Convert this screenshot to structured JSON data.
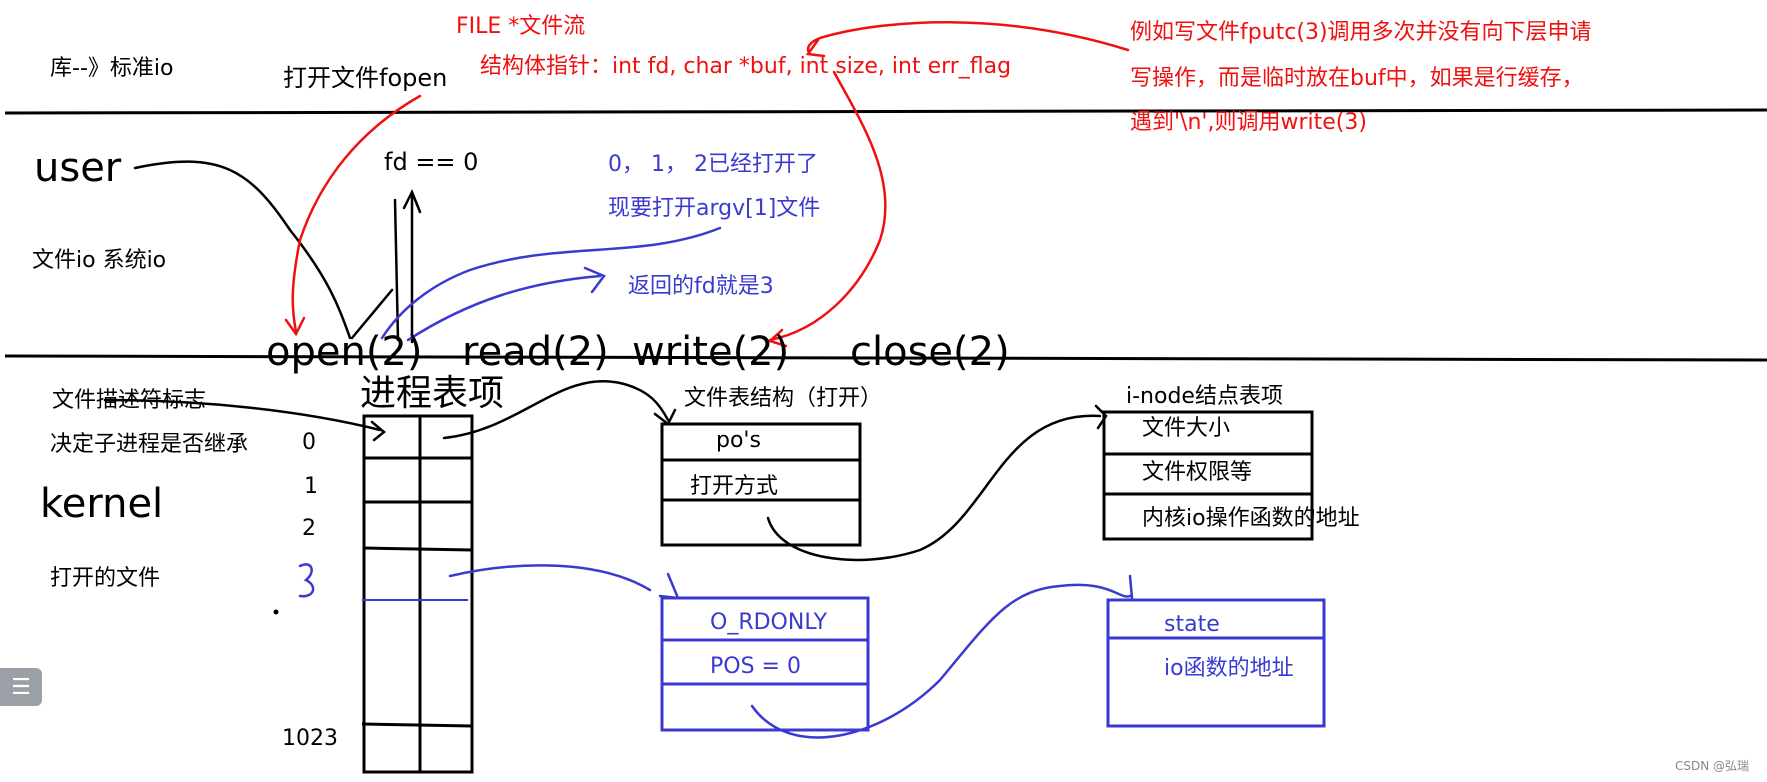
{
  "header": {
    "lib_label": "库--》标准io",
    "fopen_label": "打开文件fopen",
    "file_stream": "FILE *文件流",
    "struct_ptr": "结构体指针：int fd, char *buf, int size, int err_flag",
    "note_line1": "例如写文件fputc(3)调用多次并没有向下层申请",
    "note_line2": "写操作，而是临时放在buf中，如果是行缓存，",
    "note_line3": "遇到'\\n',则调用write(3)"
  },
  "user_layer": {
    "user_label": "user",
    "file_io_label": "文件io 系统io",
    "fd_eq": "fd == 0",
    "open_note1": "0， 1， 2已经打开了",
    "open_note2": "现要打开argv[1]文件",
    "return_note": "返回的fd就是3",
    "syscalls": [
      "open(2)",
      "read(2)",
      "write(2)",
      "close(2)"
    ]
  },
  "kernel_layer": {
    "kernel_label": "kernel",
    "fd_flag_label": "文件描述符标志",
    "inherit_label": "决定子进程是否继承",
    "opened_files_label": "打开的文件",
    "process_table_title": "进程表项",
    "fd_indices": [
      "0",
      "1",
      "2",
      "3",
      "1023"
    ],
    "file_table_title": "文件表结构（打开）",
    "file_table_rows": [
      "po's",
      "打开方式",
      ""
    ],
    "inode_title": "i-node结点表项",
    "inode_rows": [
      "文件大小",
      "文件权限等",
      "内核io操作函数的地址"
    ],
    "file_entry_rows": [
      "O_RDONLY",
      "POS = 0",
      ""
    ],
    "inode_entry_rows": [
      "state",
      "io函数的地址"
    ]
  },
  "colors": {
    "red": "#f01010",
    "blue": "#3a3ad0",
    "black": "#000000"
  },
  "icons": {
    "side_button": "list-icon"
  },
  "watermark": "CSDN @弘瑞"
}
